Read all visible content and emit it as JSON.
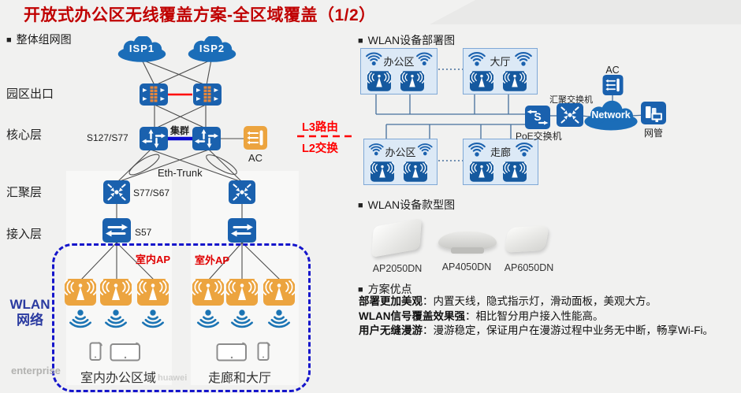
{
  "bullet": "■",
  "title": "开放式办公区无线覆盖方案-全区域覆盖（1/2）",
  "watermark": {
    "left": "enterprise",
    "right": "huawei"
  },
  "colors": {
    "accent_red": "#c00000",
    "icon_blue": "#1a61ae",
    "ap_orange": "#eca43f",
    "dashed_blue": "#1515cb",
    "cluster_blue": "#0b0bcf",
    "heartbeat_red": "#ff0000"
  },
  "left": {
    "heading": "整体组网图",
    "layers": [
      "园区出口",
      "核心层",
      "汇聚层",
      "接入层"
    ],
    "wlan1": "WLAN",
    "wlan2": "网络",
    "isp1": "ISP1",
    "isp2": "ISP2",
    "cluster": "集群",
    "core_model": "S127/S77",
    "agg_model": "S77/S67",
    "access_model": "S57",
    "eth_trunk": "Eth-Trunk",
    "ac": "AC",
    "l3": "L3路由",
    "l2": "L2交换",
    "indoor_ap": "室内AP",
    "outdoor_ap": "室外AP",
    "zone_indoor": "室内办公区域",
    "zone_corridor": "走廊和大厅"
  },
  "deploy": {
    "heading": "WLAN设备部署图",
    "boxes": [
      {
        "label": "办公区"
      },
      {
        "label": "大厅"
      },
      {
        "label": "办公区"
      },
      {
        "label": "走廊"
      }
    ],
    "poe_s": "S",
    "poe": "PoE交换机",
    "agg": "汇聚交换机",
    "ac": "AC",
    "network": "Network",
    "nms": "网管"
  },
  "models": {
    "heading": "WLAN设备款型图",
    "items": [
      {
        "name": "AP2050DN"
      },
      {
        "name": "AP4050DN"
      },
      {
        "name": "AP6050DN"
      }
    ]
  },
  "advantages": {
    "heading": "方案优点",
    "items": [
      {
        "bold": "部署更加美观",
        "text": "：内置天线，隐式指示灯，滑动面板，美观大方。"
      },
      {
        "bold": "WLAN信号覆盖效果强",
        "text": "：相比智分用户接入性能高。"
      },
      {
        "bold": "用户无缝漫游",
        "text": "：漫游稳定，保证用户在漫游过程中业务无中断，畅享Wi-Fi。"
      }
    ]
  }
}
